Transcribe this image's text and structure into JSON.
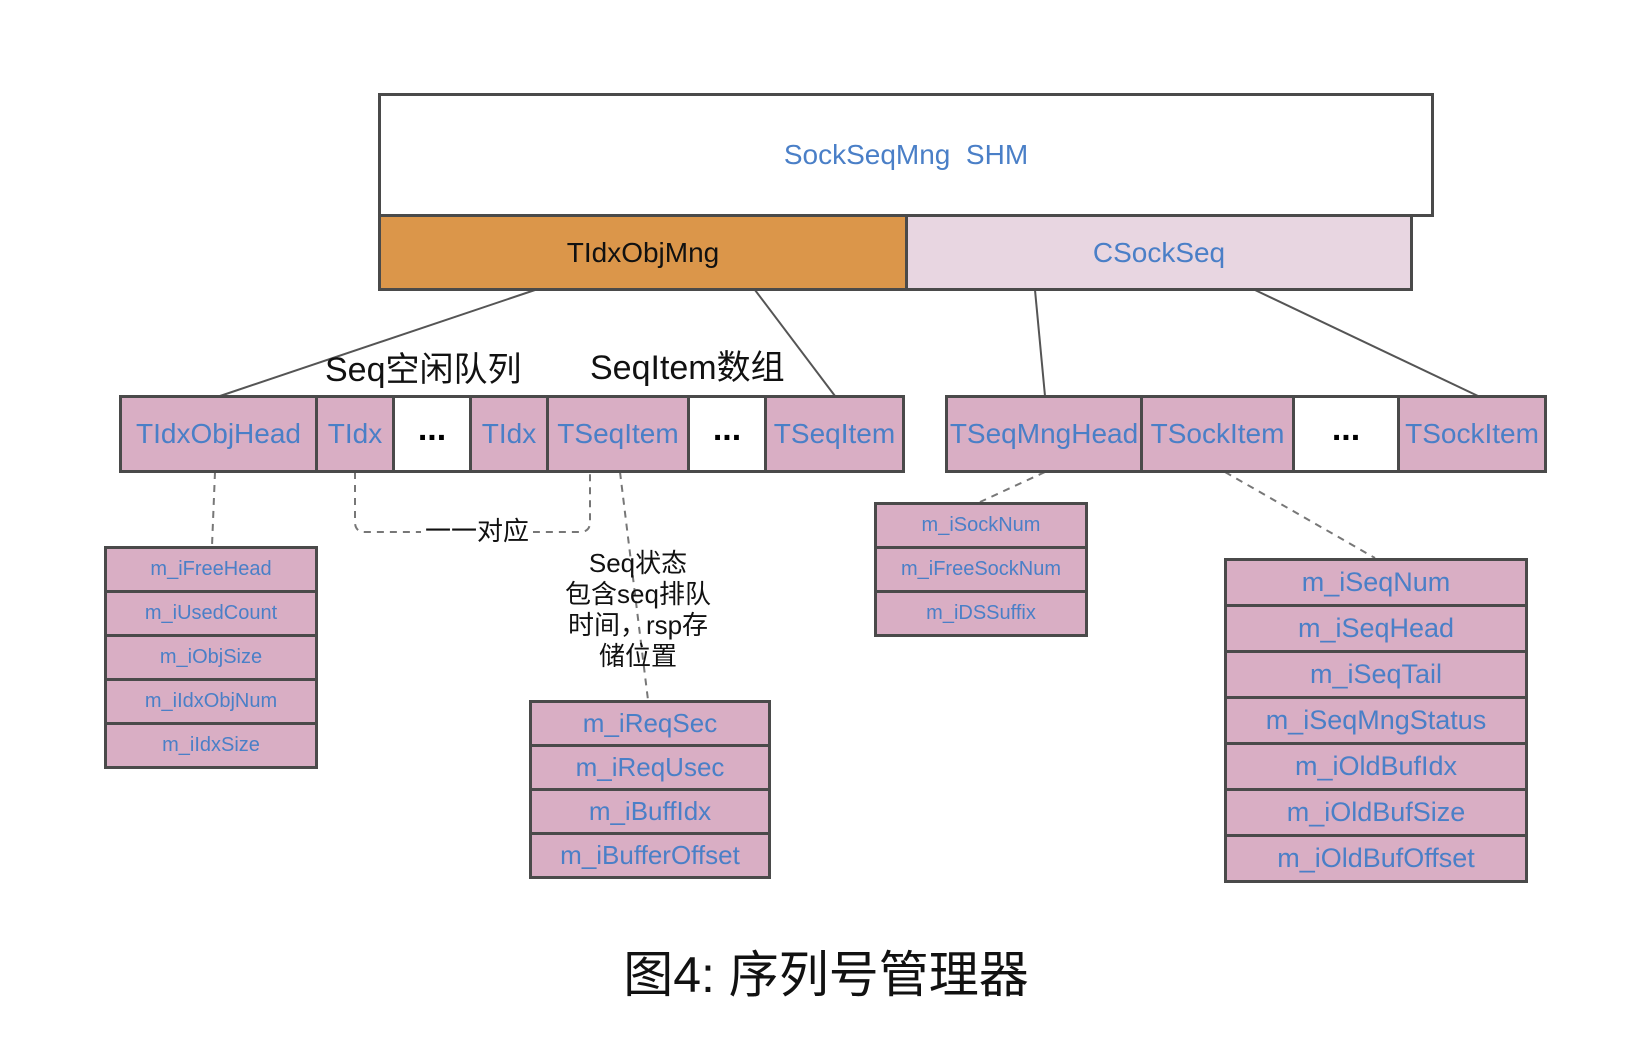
{
  "top": {
    "shm": "SockSeqMng  SHM",
    "tidx_obj_mng": "TIdxObjMng",
    "csock_seq": "CSockSeq"
  },
  "labels": {
    "free_queue": "Seq空闲队列",
    "seqitem_array": "SeqItem数组",
    "one_to_one": "一一对应",
    "seq_status": "Seq状态\n包含seq排队\n时间，rsp存\n储位置"
  },
  "row": {
    "tidx_obj_head": "TIdxObjHead",
    "tidx_1": "TIdx",
    "ellipsis_1": "...",
    "tidx_2": "TIdx",
    "tseqitem_1": "TSeqItem",
    "ellipsis_2": "...",
    "tseqitem_2": "TSeqItem",
    "tseqmnghead": "TSeqMngHead",
    "tsockitem_1": "TSockItem",
    "ellipsis_3": "...",
    "tsockitem_2": "TSockItem"
  },
  "tidx_obj_head_fields": [
    "m_iFreeHead",
    "m_iUsedCount",
    "m_iObjSize",
    "m_iIdxObjNum",
    "m_iIdxSize"
  ],
  "tseqitem_fields": [
    "m_iReqSec",
    "m_iReqUsec",
    "m_iBuffIdx",
    "m_iBufferOffset"
  ],
  "tseqmnghead_fields": [
    "m_iSockNum",
    "m_iFreeSockNum",
    "m_iDSSuffix"
  ],
  "tsockitem_fields": [
    "m_iSeqNum",
    "m_iSeqHead",
    "m_iSeqTail",
    "m_iSeqMngStatus",
    "m_iOldBufIdx",
    "m_iOldBufSize",
    "m_iOldBufOffset"
  ],
  "caption": "图4: 序列号管理器",
  "colors": {
    "field_fill": "#d9aec4",
    "tidx_obj_mng_fill": "#db964a",
    "csock_seq_fill": "#e8d6e1",
    "text_blue": "#4a7fc7",
    "border": "#4a4a4a"
  }
}
